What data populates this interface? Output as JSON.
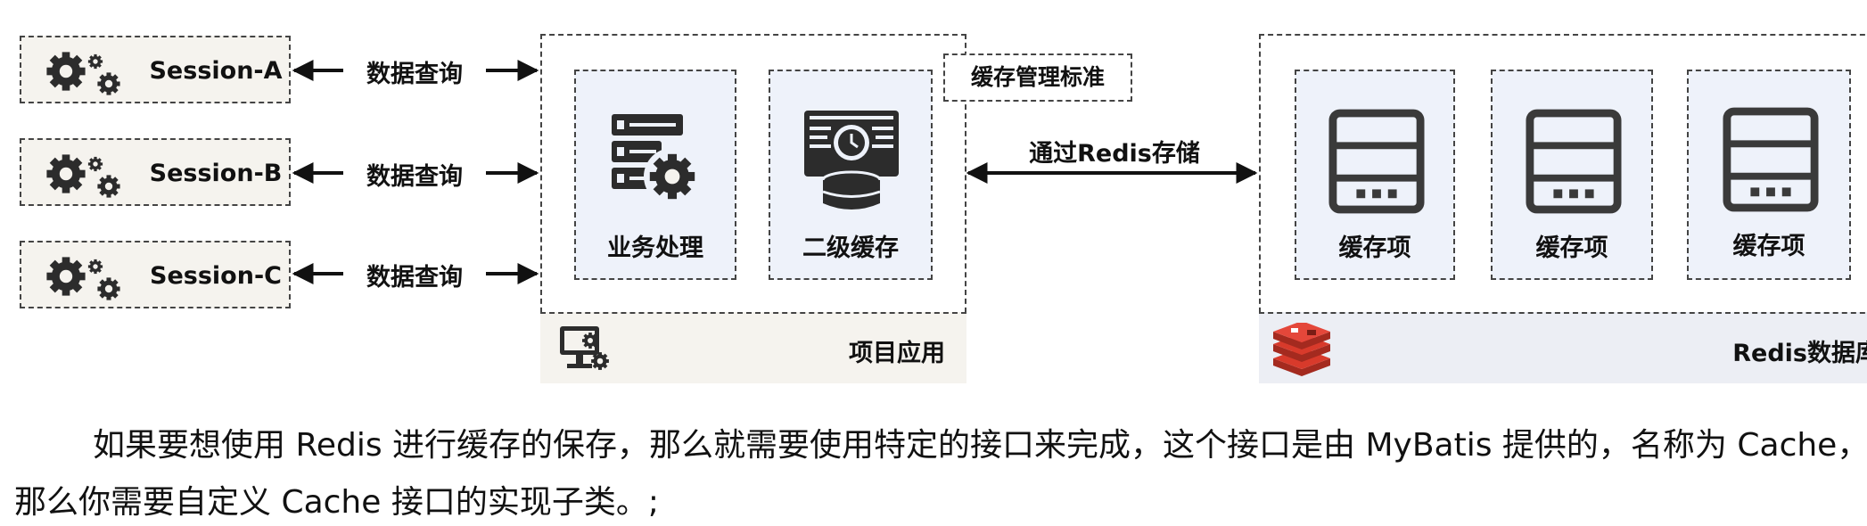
{
  "sessions": [
    {
      "label": "Session-A"
    },
    {
      "label": "Session-B"
    },
    {
      "label": "Session-C"
    }
  ],
  "query_label": "数据查询",
  "project": {
    "business_label": "业务处理",
    "cache_label": "二级缓存",
    "footer_label": "项目应用",
    "callout": "缓存管理标准"
  },
  "link_label": "通过Redis存储",
  "redis": {
    "items": [
      {
        "label": "缓存项"
      },
      {
        "label": "缓存项"
      },
      {
        "label": "缓存项"
      }
    ],
    "footer_label": "Redis数据库"
  },
  "paragraph": {
    "line1": "如果要想使用 Redis 进行缓存的保存，那么就需要使用特定的接口来完成，这个接口是由 MyBatis 提供的，名称为 Cache，",
    "line2": "那么你需要自定义 Cache 接口的实现子类。;"
  },
  "colors": {
    "redis_red": "#d83a2b",
    "panel_blue": "#eef2fa",
    "panel_beige": "#f5f3ee"
  }
}
